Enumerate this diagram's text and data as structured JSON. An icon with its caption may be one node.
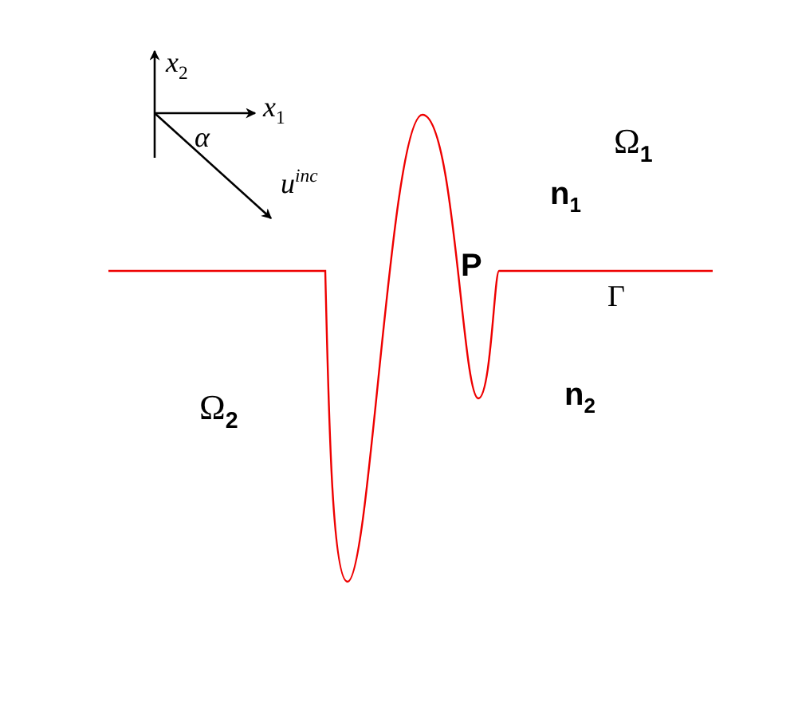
{
  "diagram": {
    "labels": [
      "x$_{2}$",
      "x$_{1}$",
      "α",
      "u$^{inc}$",
      "Ω$_{1}$",
      "n$_{1}$",
      "P",
      "Γ",
      "n$_{2}$",
      "Ω$_{2}$"
    ]
  }
}
